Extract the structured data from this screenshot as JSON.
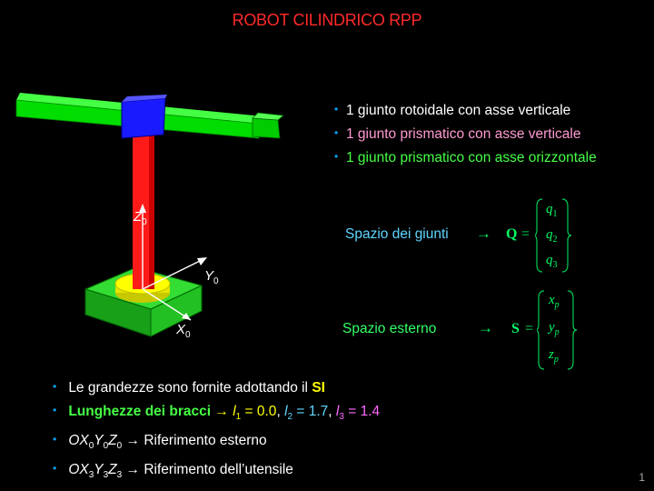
{
  "title": "ROBOT CILINDRICO RPP",
  "joints": [
    "1 giunto rotoidale con asse verticale",
    "1 giunto prismatico con asse verticale",
    "1 giunto prismatico con asse orizzontale"
  ],
  "joint_space": {
    "label": "Spazio dei giunti",
    "arrow": "→",
    "symbol": "Q",
    "eq": "=",
    "components": [
      "q",
      "q",
      "q"
    ],
    "subs": [
      "1",
      "2",
      "3"
    ]
  },
  "external_space": {
    "label": "Spazio esterno",
    "arrow": "→",
    "symbol": "S",
    "eq": "=",
    "components": [
      "x",
      "y",
      "z"
    ],
    "subs": [
      "p",
      "p",
      "p"
    ]
  },
  "axes": {
    "z": "Z",
    "z_sub": "0",
    "y": "Y",
    "y_sub": "0",
    "x": "X",
    "x_sub": "0"
  },
  "bullets": {
    "line1_text": "Le grandezze sono fornite adottando il ",
    "line1_si": "SI",
    "line2_label": "Lunghezze dei bracci",
    "arrow": "→",
    "l1_sym": "l",
    "l1_sub": "1",
    "l1_val": " = 0.0",
    "sep": ", ",
    "l2_sym": "l",
    "l2_sub": "2",
    "l2_val": " = 1.7",
    "l3_sym": "l",
    "l3_sub": "3",
    "l3_val": " = 1.4",
    "frame0_O": "OX",
    "frame0_s1": "0",
    "frame0_Y": "Y",
    "frame0_s2": "0",
    "frame0_Z": "Z",
    "frame0_s3": "0",
    "frame0_desc": " Riferimento esterno",
    "frame3_O": "OX",
    "frame3_s1": "3",
    "frame3_Y": "Y",
    "frame3_s2": "3",
    "frame3_Z": "Z",
    "frame3_s3": "3",
    "frame3_desc": " Riferimento dell’utensile"
  },
  "page_number": "1",
  "colors": {
    "title": "#ff2a2a",
    "arm": "#00ee00",
    "column": "#ff1a1a",
    "joint": "#1a1aff",
    "base": "#22cc22",
    "disk": "#ffff00"
  }
}
